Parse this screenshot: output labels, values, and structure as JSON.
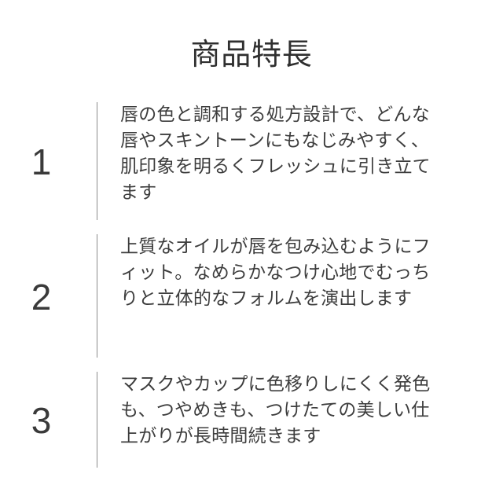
{
  "document": {
    "title": "商品特長",
    "background_color": "#ffffff",
    "text_color": "#3a3a3a",
    "divider_color": "#8c8c8c"
  },
  "features": [
    {
      "number": "1",
      "text": "唇の色と調和する処方設計で、どんな唇やスキントーンにもなじみやすく、肌印象を明るくフレッシュに引き立てます"
    },
    {
      "number": "2",
      "text": "上質なオイルが唇を包み込むようにフィット。なめらかなつけ心地でむっちりと立体的なフォルムを演出します"
    },
    {
      "number": "3",
      "text": "マスクやカップに色移りしにくく発色も、つやめきも、つけたての美しい仕上がりが長時間続きます"
    }
  ]
}
